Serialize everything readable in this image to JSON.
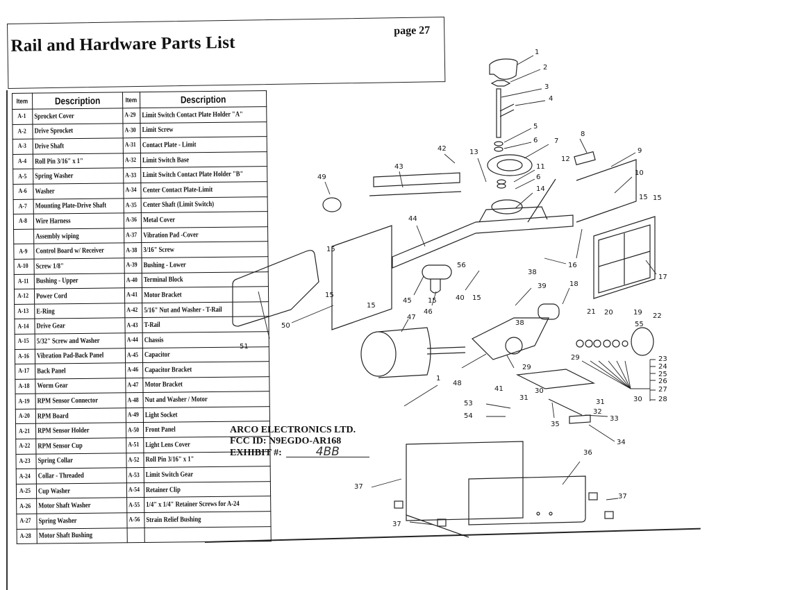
{
  "header": {
    "title": "Rail and Hardware Parts List",
    "page": "page 27"
  },
  "table": {
    "headers": {
      "item": "Item",
      "description": "Description",
      "item2": "Item",
      "description2": "Description"
    },
    "left": [
      {
        "item": "A-1",
        "desc": "Sprocket Cover"
      },
      {
        "item": "A-2",
        "desc": "Drive Sprocket"
      },
      {
        "item": "A-3",
        "desc": "Drive Shaft"
      },
      {
        "item": "A-4",
        "desc": "Roll Pin 3/16\" x 1\""
      },
      {
        "item": "A-5",
        "desc": "Spring Washer"
      },
      {
        "item": "A-6",
        "desc": "Washer"
      },
      {
        "item": "A-7",
        "desc": "Mounting Plate-Drive Shaft"
      },
      {
        "item": "A-8",
        "desc": "Wire Harness"
      },
      {
        "item": "",
        "desc": "Assembly wiping"
      },
      {
        "item": "A-9",
        "desc": "Control Board w/ Receiver"
      },
      {
        "item": "A-10",
        "desc": "Screw 1/8\""
      },
      {
        "item": "A-11",
        "desc": "Bushing - Upper"
      },
      {
        "item": "A-12",
        "desc": "Power Cord"
      },
      {
        "item": "A-13",
        "desc": "E-Ring"
      },
      {
        "item": "A-14",
        "desc": "Drive Gear"
      },
      {
        "item": "A-15",
        "desc": "5/32\" Screw and Washer"
      },
      {
        "item": "A-16",
        "desc": "Vibration Pad-Back Panel"
      },
      {
        "item": "A-17",
        "desc": "Back Panel"
      },
      {
        "item": "A-18",
        "desc": "Worm Gear"
      },
      {
        "item": "A-19",
        "desc": "RPM Sensor Connector"
      },
      {
        "item": "A-20",
        "desc": "RPM Board"
      },
      {
        "item": "A-21",
        "desc": "RPM Sensor Holder"
      },
      {
        "item": "A-22",
        "desc": "RPM Sensor Cup"
      },
      {
        "item": "A-23",
        "desc": "Spring Collar"
      },
      {
        "item": "A-24",
        "desc": "Collar - Threaded"
      },
      {
        "item": "A-25",
        "desc": "Cup Washer"
      },
      {
        "item": "A-26",
        "desc": "Motor Shaft Washer"
      },
      {
        "item": "A-27",
        "desc": "Spring Washer"
      },
      {
        "item": "A-28",
        "desc": "Motor Shaft Bushing"
      }
    ],
    "right": [
      {
        "item": "A-29",
        "desc": "Limit Switch Contact Plate Holder \"A\""
      },
      {
        "item": "A-30",
        "desc": "Limit Screw"
      },
      {
        "item": "A-31",
        "desc": "Contact Plate - Limit"
      },
      {
        "item": "A-32",
        "desc": "Limit Switch Base"
      },
      {
        "item": "A-33",
        "desc": "Limit Switch Contact Plate Holder \"B\""
      },
      {
        "item": "A-34",
        "desc": "Center Contact Plate-Limit"
      },
      {
        "item": "A-35",
        "desc": "Center Shaft (Limit Switch)"
      },
      {
        "item": "A-36",
        "desc": "Metal Cover"
      },
      {
        "item": "A-37",
        "desc": "Vibration Pad -Cover"
      },
      {
        "item": "A-38",
        "desc": "3/16\" Screw"
      },
      {
        "item": "A-39",
        "desc": "Bushing - Lower"
      },
      {
        "item": "A-40",
        "desc": "Terminal Block"
      },
      {
        "item": "A-41",
        "desc": "Motor Bracket"
      },
      {
        "item": "A-42",
        "desc": "5/16\" Nut and Washer - T-Rail"
      },
      {
        "item": "A-43",
        "desc": "T-Rail"
      },
      {
        "item": "A-44",
        "desc": "Chassis"
      },
      {
        "item": "A-45",
        "desc": "Capacitor"
      },
      {
        "item": "A-46",
        "desc": "Capacitor Bracket"
      },
      {
        "item": "A-47",
        "desc": "Motor Bracket"
      },
      {
        "item": "A-48",
        "desc": "Nut and Washer / Motor"
      },
      {
        "item": "A-49",
        "desc": "Light Socket"
      },
      {
        "item": "A-50",
        "desc": "Front Panel"
      },
      {
        "item": "A-51",
        "desc": "Light Lens Cover"
      },
      {
        "item": "A-52",
        "desc": "Roll Pin 3/16\" x 1\""
      },
      {
        "item": "A-53",
        "desc": "Limit Switch Gear"
      },
      {
        "item": "A-54",
        "desc": "Retainer Clip"
      },
      {
        "item": "A-55",
        "desc": "1/4\" x 1/4\" Retainer Screws for A-24"
      },
      {
        "item": "A-56",
        "desc": "Strain Relief Bushing"
      },
      {
        "item": "",
        "desc": ""
      }
    ]
  },
  "stamp": {
    "company": "ARCO ELECTRONICS LTD.",
    "fcc_id": "FCC ID:  N9EGDO-AR168",
    "exhibit_label": "EXHIBIT #:",
    "exhibit_value": "4BB"
  },
  "diagram": {
    "callouts": [
      {
        "label": "1"
      },
      {
        "label": "2"
      },
      {
        "label": "3"
      },
      {
        "label": "4"
      },
      {
        "label": "5"
      },
      {
        "label": "6"
      },
      {
        "label": "7"
      },
      {
        "label": "8"
      },
      {
        "label": "9"
      },
      {
        "label": "10"
      },
      {
        "label": "11"
      },
      {
        "label": "6"
      },
      {
        "label": "12"
      },
      {
        "label": "13"
      },
      {
        "label": "14"
      },
      {
        "label": "15"
      },
      {
        "label": "16"
      },
      {
        "label": "17"
      },
      {
        "label": "18"
      },
      {
        "label": "19"
      },
      {
        "label": "20"
      },
      {
        "label": "21"
      },
      {
        "label": "22"
      },
      {
        "label": "23"
      },
      {
        "label": "24"
      },
      {
        "label": "25"
      },
      {
        "label": "26"
      },
      {
        "label": "27"
      },
      {
        "label": "28"
      },
      {
        "label": "29"
      },
      {
        "label": "30"
      },
      {
        "label": "31"
      },
      {
        "label": "32"
      },
      {
        "label": "33"
      },
      {
        "label": "34"
      },
      {
        "label": "35"
      },
      {
        "label": "36"
      },
      {
        "label": "37"
      },
      {
        "label": "38"
      },
      {
        "label": "39"
      },
      {
        "label": "40"
      },
      {
        "label": "41"
      },
      {
        "label": "42"
      },
      {
        "label": "43"
      },
      {
        "label": "44"
      },
      {
        "label": "45"
      },
      {
        "label": "46"
      },
      {
        "label": "47"
      },
      {
        "label": "48"
      },
      {
        "label": "49"
      },
      {
        "label": "50"
      },
      {
        "label": "51"
      },
      {
        "label": "53"
      },
      {
        "label": "54"
      },
      {
        "label": "55"
      },
      {
        "label": "56"
      },
      {
        "label": "15"
      },
      {
        "label": "15"
      },
      {
        "label": "15"
      },
      {
        "label": "15"
      },
      {
        "label": "15"
      },
      {
        "label": "15"
      },
      {
        "label": "38"
      },
      {
        "label": "29"
      },
      {
        "label": "30"
      },
      {
        "label": "31"
      },
      {
        "label": "37"
      },
      {
        "label": "37"
      },
      {
        "label": "1"
      }
    ]
  }
}
